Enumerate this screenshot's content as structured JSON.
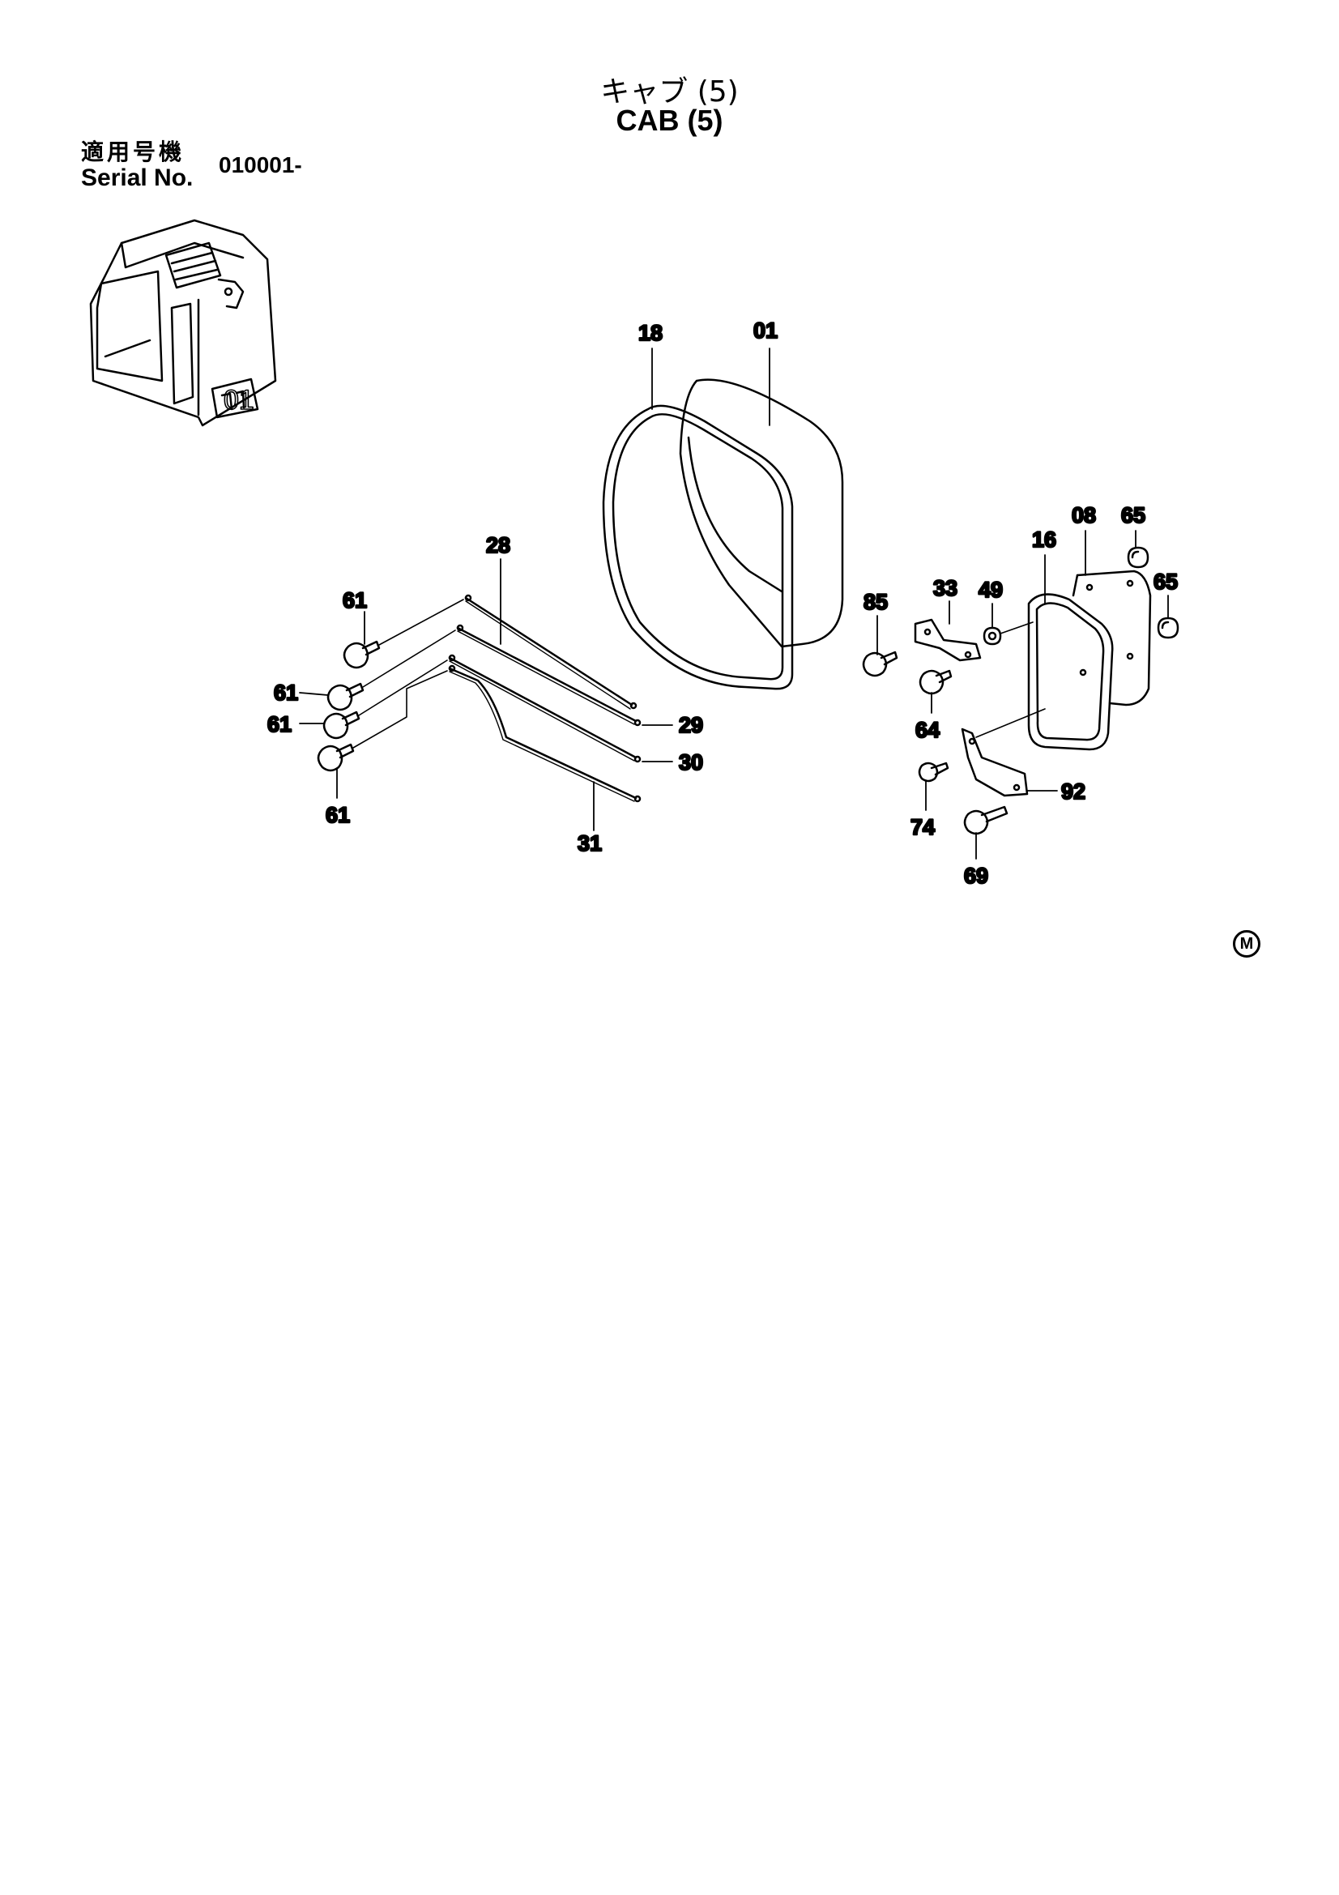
{
  "title": {
    "japanese": "キャブ (5)",
    "english": "CAB (5)"
  },
  "serial": {
    "label_jp": "適用号機",
    "label_en": "Serial No.",
    "value": "010001-"
  },
  "overview": {
    "mark": "01"
  },
  "callouts": {
    "c01": "01",
    "c18": "18",
    "c28": "28",
    "c29": "29",
    "c30": "30",
    "c31": "31",
    "c61a": "61",
    "c61b": "61",
    "c61c": "61",
    "c61d": "61",
    "c85": "85",
    "c33": "33",
    "c49": "49",
    "c64": "64",
    "c16": "16",
    "c08": "08",
    "c65a": "65",
    "c65b": "65",
    "c74": "74",
    "c92": "92",
    "c69": "69"
  },
  "corner_mark": "M",
  "colors": {
    "ink": "#000000",
    "paper": "#ffffff"
  }
}
